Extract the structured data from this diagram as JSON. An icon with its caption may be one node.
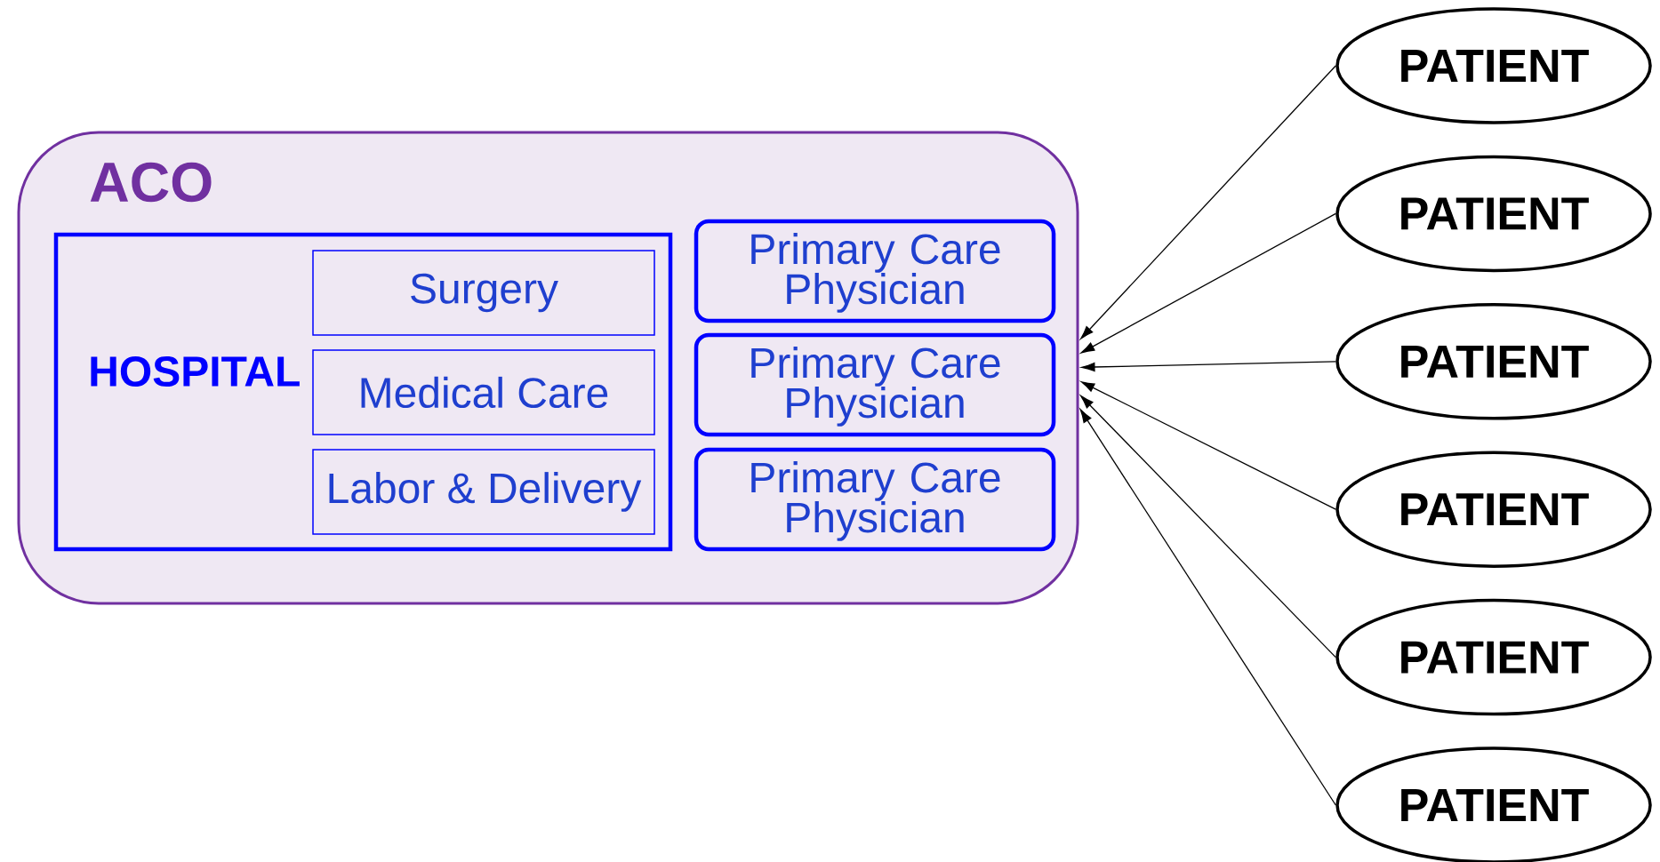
{
  "diagram": {
    "nodes": [
      {
        "text": [
          "ACO"
        ]
      },
      {
        "text": [
          "HOSPITAL"
        ],
        "in": 0
      },
      {
        "text": [
          "Surgery"
        ],
        "in": 1
      },
      {
        "text": [
          "Medical Care"
        ],
        "in": 1
      },
      {
        "text": [
          "Labor & Delivery"
        ],
        "in": 1
      },
      {
        "text": [
          "Primary Care Physician"
        ],
        "in": 0
      },
      {
        "text": [
          "Primary Care Physician"
        ],
        "in": 0
      },
      {
        "text": [
          "Primary Care Physician"
        ],
        "in": 0
      },
      {
        "text": [
          "PATIENT"
        ]
      },
      {
        "text": [
          "PATIENT"
        ]
      },
      {
        "text": [
          "PATIENT"
        ]
      },
      {
        "text": [
          "PATIENT"
        ]
      },
      {
        "text": [
          "PATIENT"
        ]
      },
      {
        "text": [
          "PATIENT"
        ]
      }
    ],
    "edges": [
      {
        "from": 8,
        "to": 0,
        "arrow": "to"
      },
      {
        "from": 9,
        "to": 0,
        "arrow": "to"
      },
      {
        "from": 10,
        "to": 0,
        "arrow": "to"
      },
      {
        "from": 11,
        "to": 0,
        "arrow": "to"
      },
      {
        "from": 12,
        "to": 0,
        "arrow": "to"
      },
      {
        "from": 13,
        "to": 0,
        "arrow": "to"
      }
    ]
  }
}
